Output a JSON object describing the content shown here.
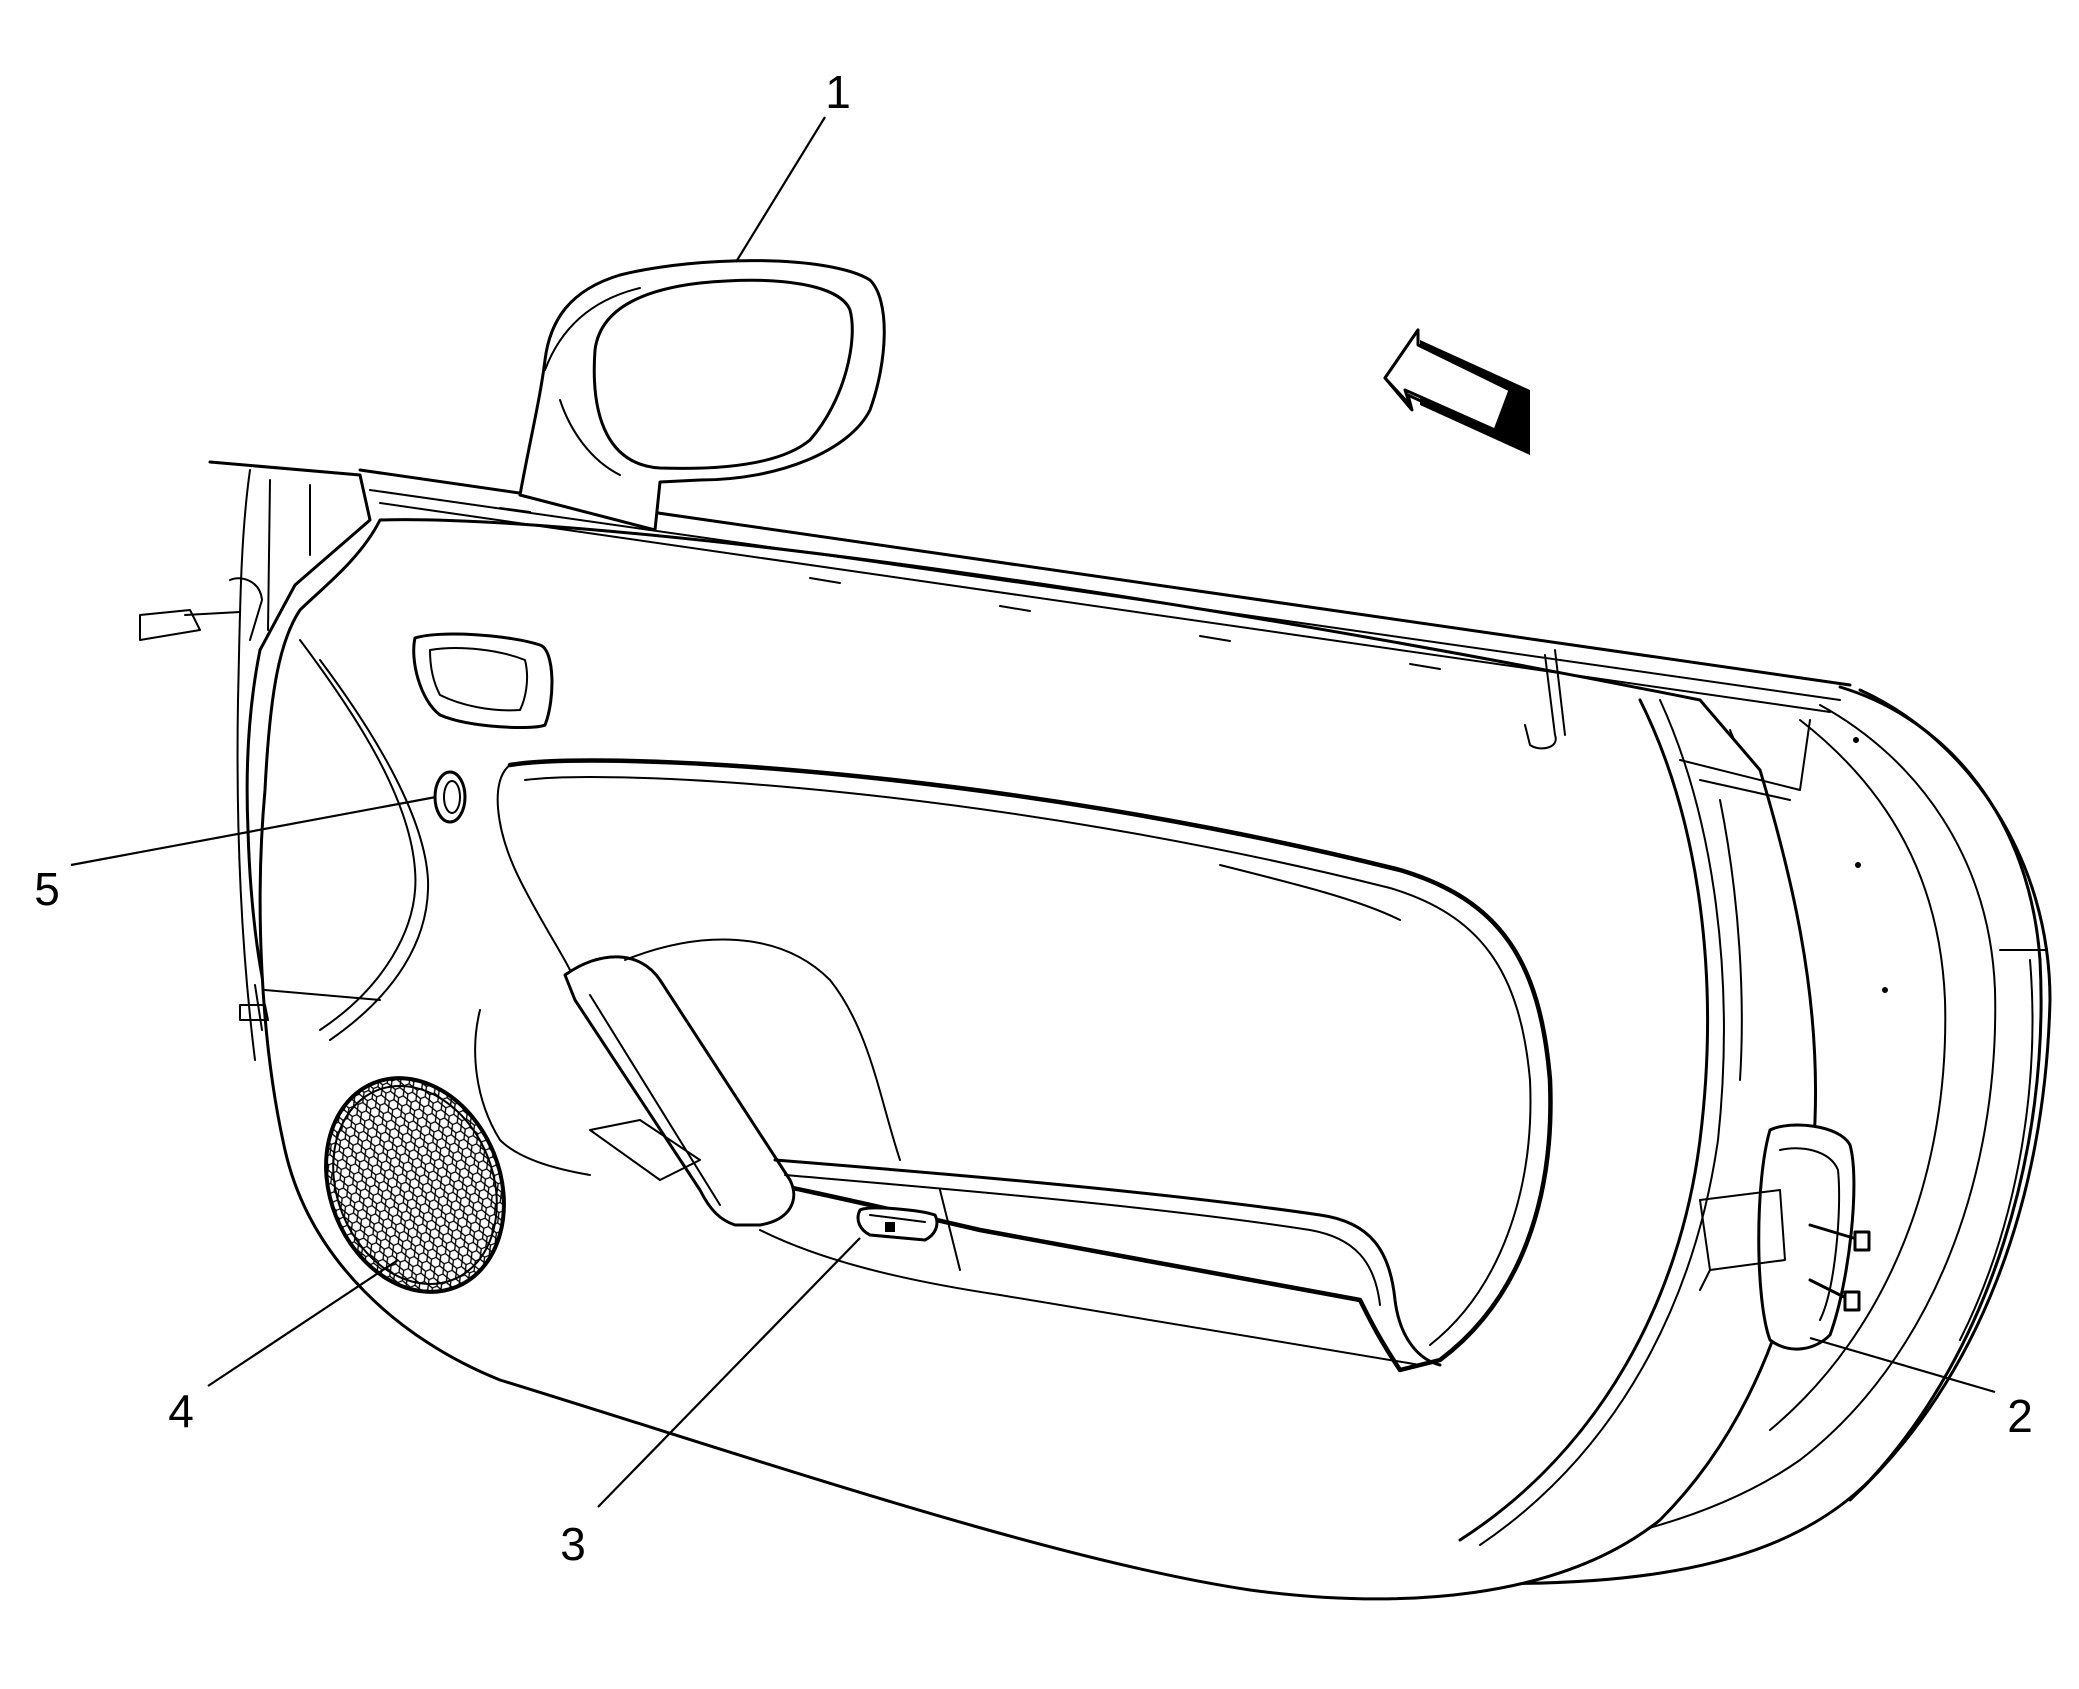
{
  "callouts": [
    {
      "id": "mirror",
      "label": "1"
    },
    {
      "id": "hinge-check-link",
      "label": "2"
    },
    {
      "id": "window-switch",
      "label": "3"
    },
    {
      "id": "speaker-grille",
      "label": "4"
    },
    {
      "id": "plug",
      "label": "5"
    }
  ],
  "colors": {
    "line": "#000000",
    "background": "#ffffff"
  },
  "icons": [
    "direction-arrow-icon"
  ]
}
